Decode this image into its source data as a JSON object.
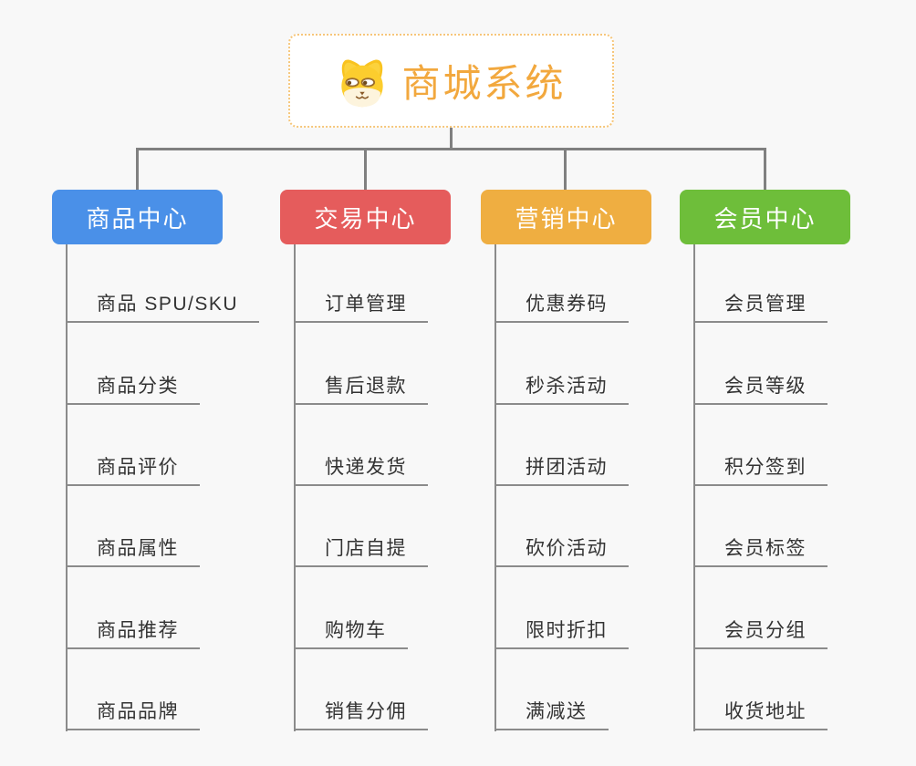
{
  "root": {
    "title": "商城系统",
    "icon": "dog-face-icon"
  },
  "branches": [
    {
      "label": "商品中心",
      "color": "#4a90e8",
      "items": [
        "商品 SPU/SKU",
        "商品分类",
        "商品评价",
        "商品属性",
        "商品推荐",
        "商品品牌"
      ]
    },
    {
      "label": "交易中心",
      "color": "#e55c5c",
      "items": [
        "订单管理",
        "售后退款",
        "快递发货",
        "门店自提",
        "购物车",
        "销售分佣"
      ]
    },
    {
      "label": "营销中心",
      "color": "#efae41",
      "items": [
        "优惠券码",
        "秒杀活动",
        "拼团活动",
        "砍价活动",
        "限时折扣",
        "满减送"
      ]
    },
    {
      "label": "会员中心",
      "color": "#6ebe3a",
      "items": [
        "会员管理",
        "会员等级",
        "积分签到",
        "会员标签",
        "会员分组",
        "收货地址"
      ]
    }
  ],
  "style_colors": {
    "background": "#f8f8f8",
    "title_text": "#f2a83e",
    "root_border": "#f6c67a",
    "connector": "#808080",
    "leaf_underline": "#8b8b8b",
    "leaf_text": "#333333",
    "branch_text": "#ffffff"
  }
}
